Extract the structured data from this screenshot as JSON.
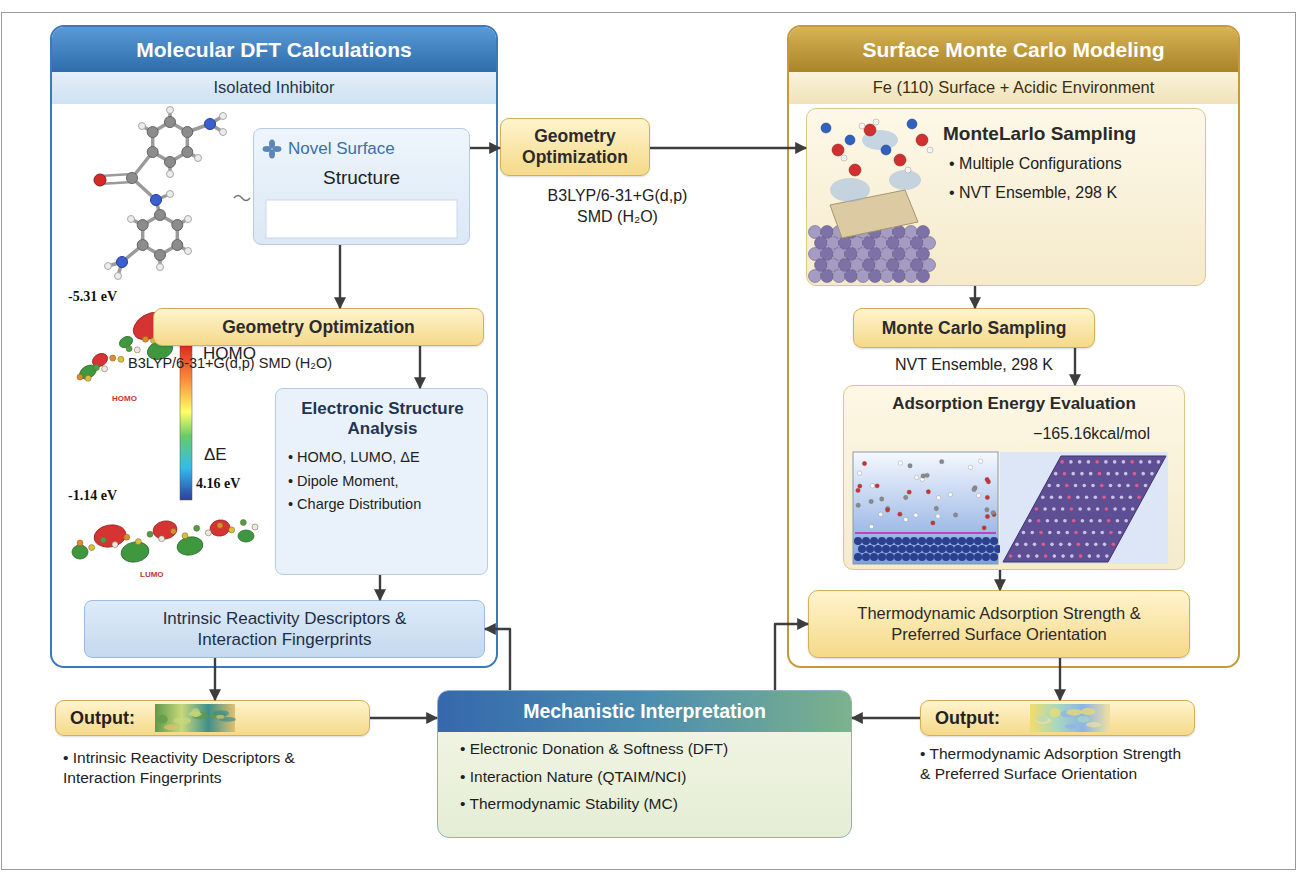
{
  "diagram": {
    "nodes": [
      {
        "text": [
          "Molecular DFT Calculations",
          "Isolated Inhibitor"
        ]
      },
      {
        "text": [
          "Novel Surface",
          "Structure"
        ],
        "in": 0
      },
      {
        "text": [
          "Geometry Optimization"
        ],
        "in": 0
      },
      {
        "text": [
          "Electronic Structure Analysis",
          "• HOMO, LUMO, ΔE",
          "• Dipole Moment,",
          "• Charge Distribution"
        ],
        "in": 0
      },
      {
        "text": [
          "Intrinsic Reactivity Descriptors & Interaction Fingerprints"
        ],
        "in": 0
      },
      {
        "text": [
          "Geometry Optimization"
        ]
      },
      {
        "text": [
          "Surface Monte Carlo Modeling",
          "Fe (110) Surface + Acidic Environment"
        ]
      },
      {
        "text": [
          "MonteLarlo Sampling",
          "• Multiple Configurations",
          "• NVT Ensemble, 298 K"
        ],
        "in": 6
      },
      {
        "text": [
          "Monte Carlo Sampling"
        ],
        "in": 6
      },
      {
        "text": [
          "Adsorption Energy Evaluation",
          "−165.16kcal/mol"
        ],
        "in": 6
      },
      {
        "text": [
          "Thermodynamic Adsorption Strength & Preferred Surface Orientation"
        ],
        "in": 6
      },
      {
        "text": [
          "Output:"
        ]
      },
      {
        "text": [
          "Mechanistic Interpretation",
          "• Electronic Donation & Softness (DFT)",
          "• Interaction Nature (QTAIM/NCI)",
          "• Thermodynamic Stability (MC)"
        ]
      },
      {
        "text": [
          "Output:"
        ]
      }
    ],
    "edges": [
      {
        "from": 1,
        "to": 2,
        "arrow": "to"
      },
      {
        "from": 1,
        "to": 5,
        "arrow": "to"
      },
      {
        "from": 5,
        "to": 7,
        "arrow": "to"
      },
      {
        "from": 2,
        "to": 3,
        "arrow": "to"
      },
      {
        "from": 3,
        "to": 4,
        "arrow": "to"
      },
      {
        "from": 4,
        "to": 11,
        "arrow": "to"
      },
      {
        "from": 7,
        "to": 8,
        "arrow": "to"
      },
      {
        "from": 8,
        "to": 9,
        "arrow": "to"
      },
      {
        "from": 9,
        "to": 10,
        "arrow": "to"
      },
      {
        "from": 10,
        "to": 13,
        "arrow": "to"
      },
      {
        "from": 11,
        "to": 12,
        "arrow": "to"
      },
      {
        "from": 13,
        "to": 12,
        "arrow": "to"
      },
      {
        "from": 12,
        "to": 4,
        "arrow": "to"
      },
      {
        "from": 12,
        "to": 10,
        "arrow": "to"
      }
    ],
    "labels": [
      "-5.31 eV",
      "HOMO",
      "HOMO",
      "ΔE",
      "4.16 eV",
      "-1.14 eV",
      "LUMO",
      "B3LYP/6-31+G(d,p) SMD (H₂O)",
      "B3LYP/6-31+G(d,p) SMD (H₂O)",
      "NVT Ensemble, 298 K",
      "• Intrinsic Reactivity Descriptors & Interaction Fingerprints",
      "• Thermodynamic Adsorption Strength & Preferred Surface Orientation"
    ]
  }
}
